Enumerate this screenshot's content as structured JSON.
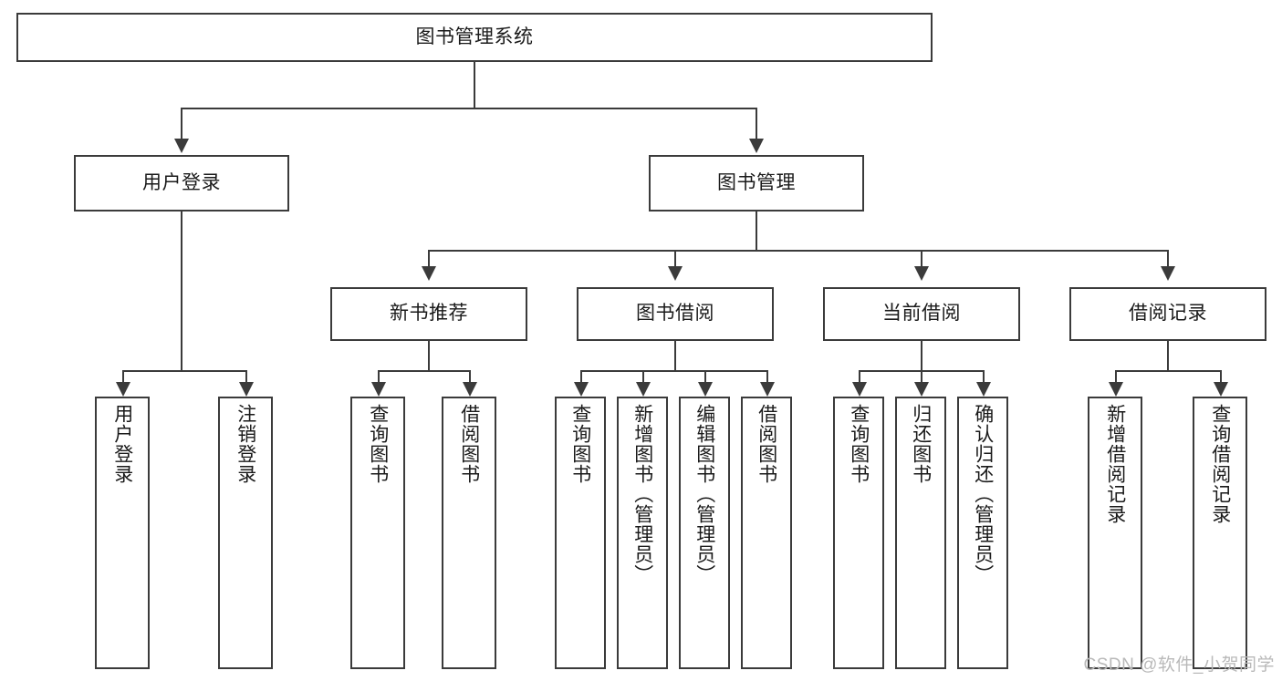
{
  "diagram": {
    "type": "tree-hierarchy",
    "title": "图书管理系统",
    "orientation": "top-down",
    "edge_color": "#3b3b3b",
    "box_fill": "#ffffff",
    "text_color": "#1a1a1a",
    "levels": 4
  },
  "nodes": {
    "root": {
      "label": "图书管理系统"
    },
    "level2": [
      {
        "id": "user-login",
        "label": "用户登录"
      },
      {
        "id": "book-manage",
        "label": "图书管理"
      }
    ],
    "level3": [
      {
        "id": "new-book-recommend",
        "label": "新书推荐"
      },
      {
        "id": "book-borrow",
        "label": "图书借阅"
      },
      {
        "id": "current-borrow",
        "label": "当前借阅"
      },
      {
        "id": "borrow-record",
        "label": "借阅记录"
      }
    ],
    "leaves": {
      "user_login": [
        {
          "id": "leaf-user-login",
          "label": "用户登录"
        },
        {
          "id": "leaf-logout-login",
          "label": "注销登录"
        }
      ],
      "new_book_recommend": [
        {
          "id": "leaf-query-book-1",
          "label": "查询图书"
        },
        {
          "id": "leaf-borrow-book-1",
          "label": "借阅图书"
        }
      ],
      "book_borrow": [
        {
          "id": "leaf-query-book-2",
          "label": "查询图书"
        },
        {
          "id": "leaf-add-book",
          "label": "新增图书（管理员）"
        },
        {
          "id": "leaf-edit-book",
          "label": "编辑图书（管理员）"
        },
        {
          "id": "leaf-borrow-book-2",
          "label": "借阅图书"
        }
      ],
      "current_borrow": [
        {
          "id": "leaf-query-book-3",
          "label": "查询图书"
        },
        {
          "id": "leaf-return-book",
          "label": "归还图书"
        },
        {
          "id": "leaf-confirm-return",
          "label": "确认归还（管理员）"
        }
      ],
      "borrow_record": [
        {
          "id": "leaf-add-record",
          "label": "新增借阅记录"
        },
        {
          "id": "leaf-query-record",
          "label": "查询借阅记录"
        }
      ]
    }
  },
  "watermark": {
    "text": "CSDN @软件_小贺同学"
  }
}
